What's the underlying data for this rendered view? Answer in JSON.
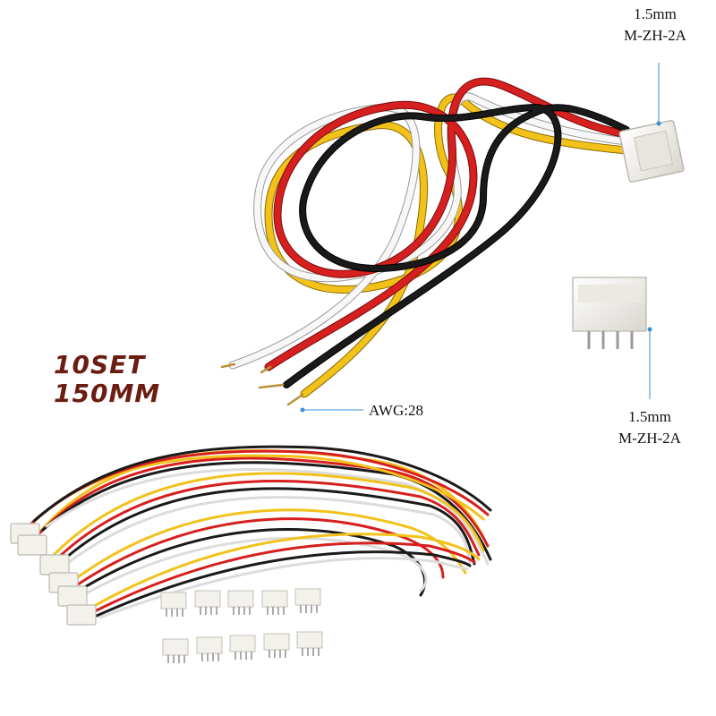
{
  "labels": {
    "top_connector_pitch": "1.5mm",
    "top_connector_model": "M-ZH-2A",
    "side_connector_pitch": "1.5mm",
    "side_connector_model": "M-ZH-2A",
    "wire_gauge": "AWG:28",
    "quantity": "10SET",
    "length": "150MM"
  },
  "colors": {
    "wire_red": "#d61f1f",
    "wire_black": "#1a1a1a",
    "wire_yellow": "#f2c21b",
    "wire_white": "#f4f4f4",
    "connector": "#f3f1ec",
    "callout_line": "#3b8fd6",
    "title_text": "#6b1d12"
  }
}
